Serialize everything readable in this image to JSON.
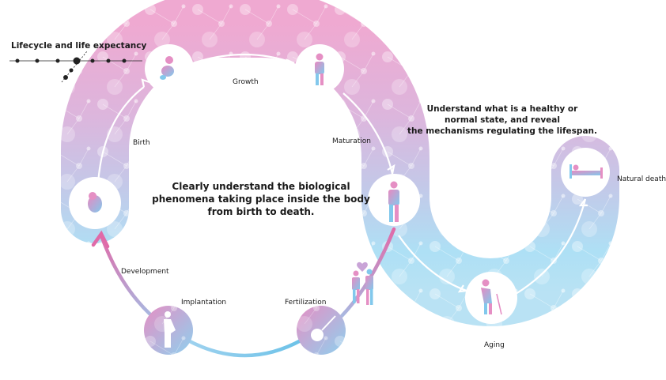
{
  "header": {
    "title": "Lifecycle and life expectancy"
  },
  "stages": {
    "birth": "Birth",
    "growth": "Growth",
    "maturation": "Maturation",
    "natural_death": "Natural death",
    "aging": "Aging",
    "development": "Development",
    "implantation": "Implantation",
    "fertilization": "Fertilization"
  },
  "text": {
    "center_line1": "Clearly understand the biological",
    "center_line2": "phenomena taking place inside the body",
    "center_line3": "from birth to death.",
    "right_line1": "Understand what is a healthy or",
    "right_line2": "normal state, and reveal",
    "right_line3": "the mechanisms regulating the lifespan."
  },
  "colors": {
    "pink": "#e79ac8",
    "lavender": "#c9c4e4",
    "blue": "#a9daf1",
    "arrow_pink": "#e06aa8",
    "arrow_blue": "#6cc2e8"
  },
  "icons": [
    "fetus-icon",
    "baby-icon",
    "child-icon",
    "adult-icon",
    "elderly-icon",
    "bed-icon",
    "pregnant-icon",
    "sperm-icon",
    "couple-icon"
  ]
}
